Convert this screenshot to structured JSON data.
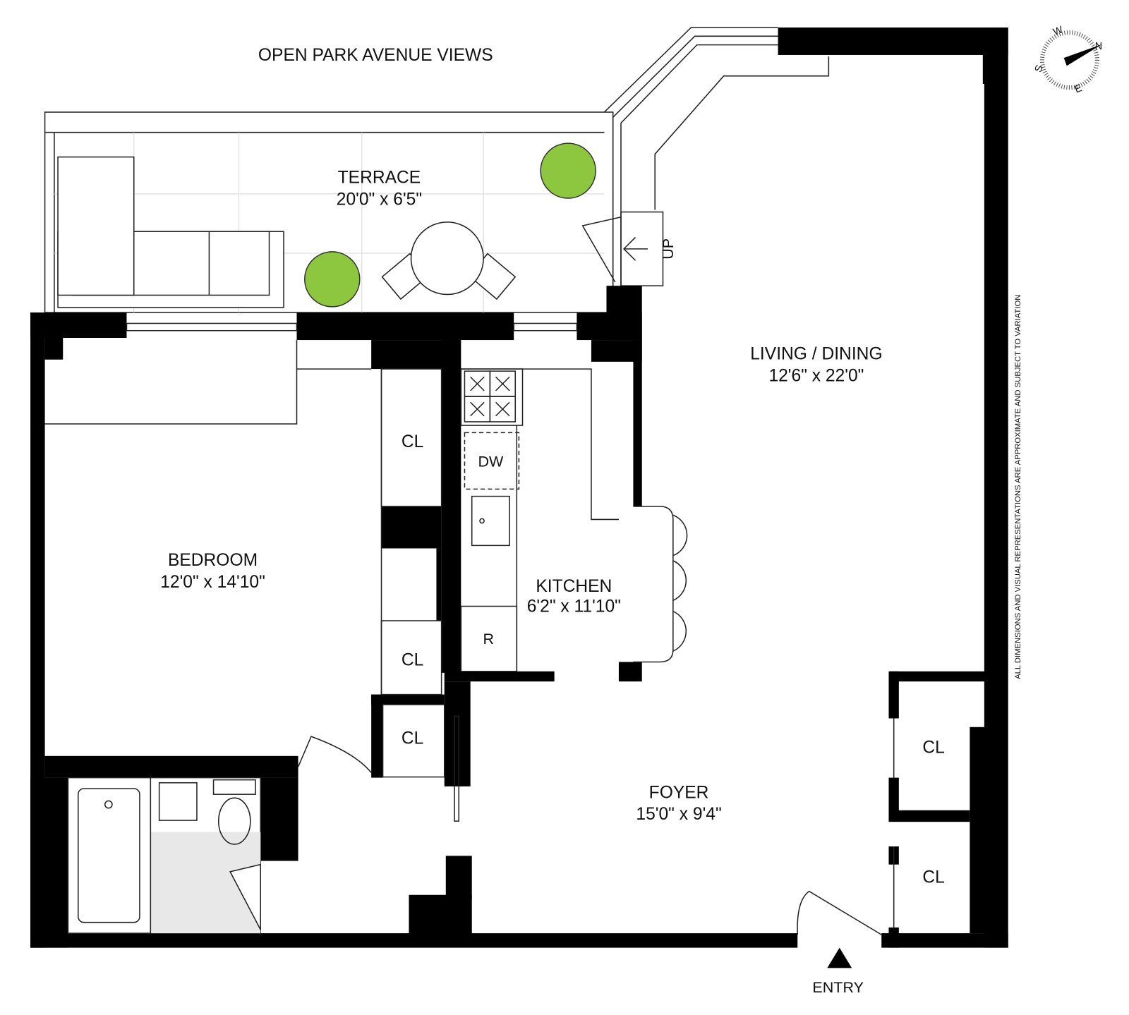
{
  "header": {
    "views": "OPEN PARK AVENUE VIEWS"
  },
  "rooms": {
    "terrace": {
      "name": "TERRACE",
      "dims": "20'0\" x 6'5\""
    },
    "living": {
      "name": "LIVING / DINING",
      "dims": "12'6\" x 22'0\""
    },
    "bedroom": {
      "name": "BEDROOM",
      "dims": "12'0\" x 14'10\""
    },
    "kitchen": {
      "name": "KITCHEN",
      "dims": "6'2\" x 11'10\""
    },
    "foyer": {
      "name": "FOYER",
      "dims": "15'0\" x 9'4\""
    }
  },
  "fixtures": {
    "closet": "CL",
    "dishwasher": "DW",
    "refrigerator": "R",
    "stairs_up": "UP"
  },
  "entry": "ENTRY",
  "compass": {
    "n": "N",
    "e": "E",
    "s": "S",
    "w": "W"
  },
  "disclaimer": "ALL DIMENSIONS AND VISUAL REPRESENTATIONS ARE APPROXIMATE AND SUBJECT TO VARIATION",
  "colors": {
    "plant": "#8dc63f",
    "wall": "#000000",
    "tile": "#e0e0e0"
  }
}
